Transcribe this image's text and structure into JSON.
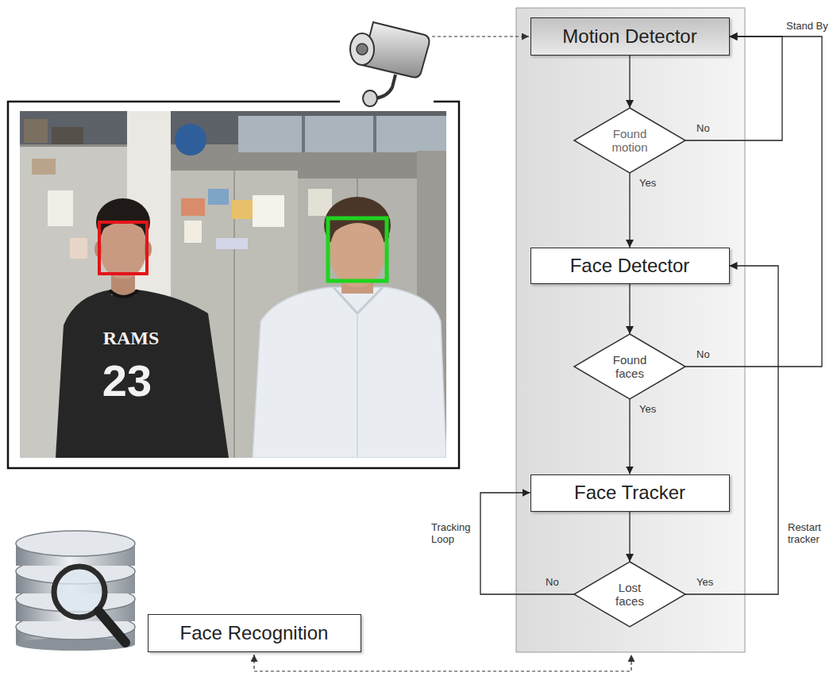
{
  "diagram": {
    "nodes": [
      {
        "text": [
          "Motion Detector"
        ]
      },
      {
        "text": [
          "Found motion"
        ]
      },
      {
        "text": [
          "Face Detector"
        ]
      },
      {
        "text": [
          "Found faces"
        ]
      },
      {
        "text": [
          "Face Tracker"
        ]
      },
      {
        "text": [
          "Lost faces"
        ]
      },
      {
        "text": [
          "Face Recognition"
        ]
      }
    ],
    "edges": [
      {
        "from": 0,
        "to": 1,
        "arrow": "to"
      },
      {
        "from": 1,
        "to": 2,
        "label": "Yes",
        "arrow": "to"
      },
      {
        "from": 1,
        "to": 0,
        "label": "No",
        "arrow": "to"
      },
      {
        "from": 2,
        "to": 3,
        "arrow": "to"
      },
      {
        "from": 3,
        "to": 4,
        "label": "Yes",
        "arrow": "to"
      },
      {
        "from": 3,
        "to": 0,
        "label": "No",
        "arrow": "to"
      },
      {
        "from": 4,
        "to": 5,
        "arrow": "to"
      },
      {
        "from": 5,
        "to": 4,
        "label": "No",
        "arrow": "to"
      },
      {
        "from": 5,
        "to": 2,
        "label": "Yes",
        "arrow": "to"
      }
    ],
    "labels": [
      "Stand By",
      "Tracking Loop",
      "Restart tracker",
      "RAMS",
      "23"
    ]
  }
}
